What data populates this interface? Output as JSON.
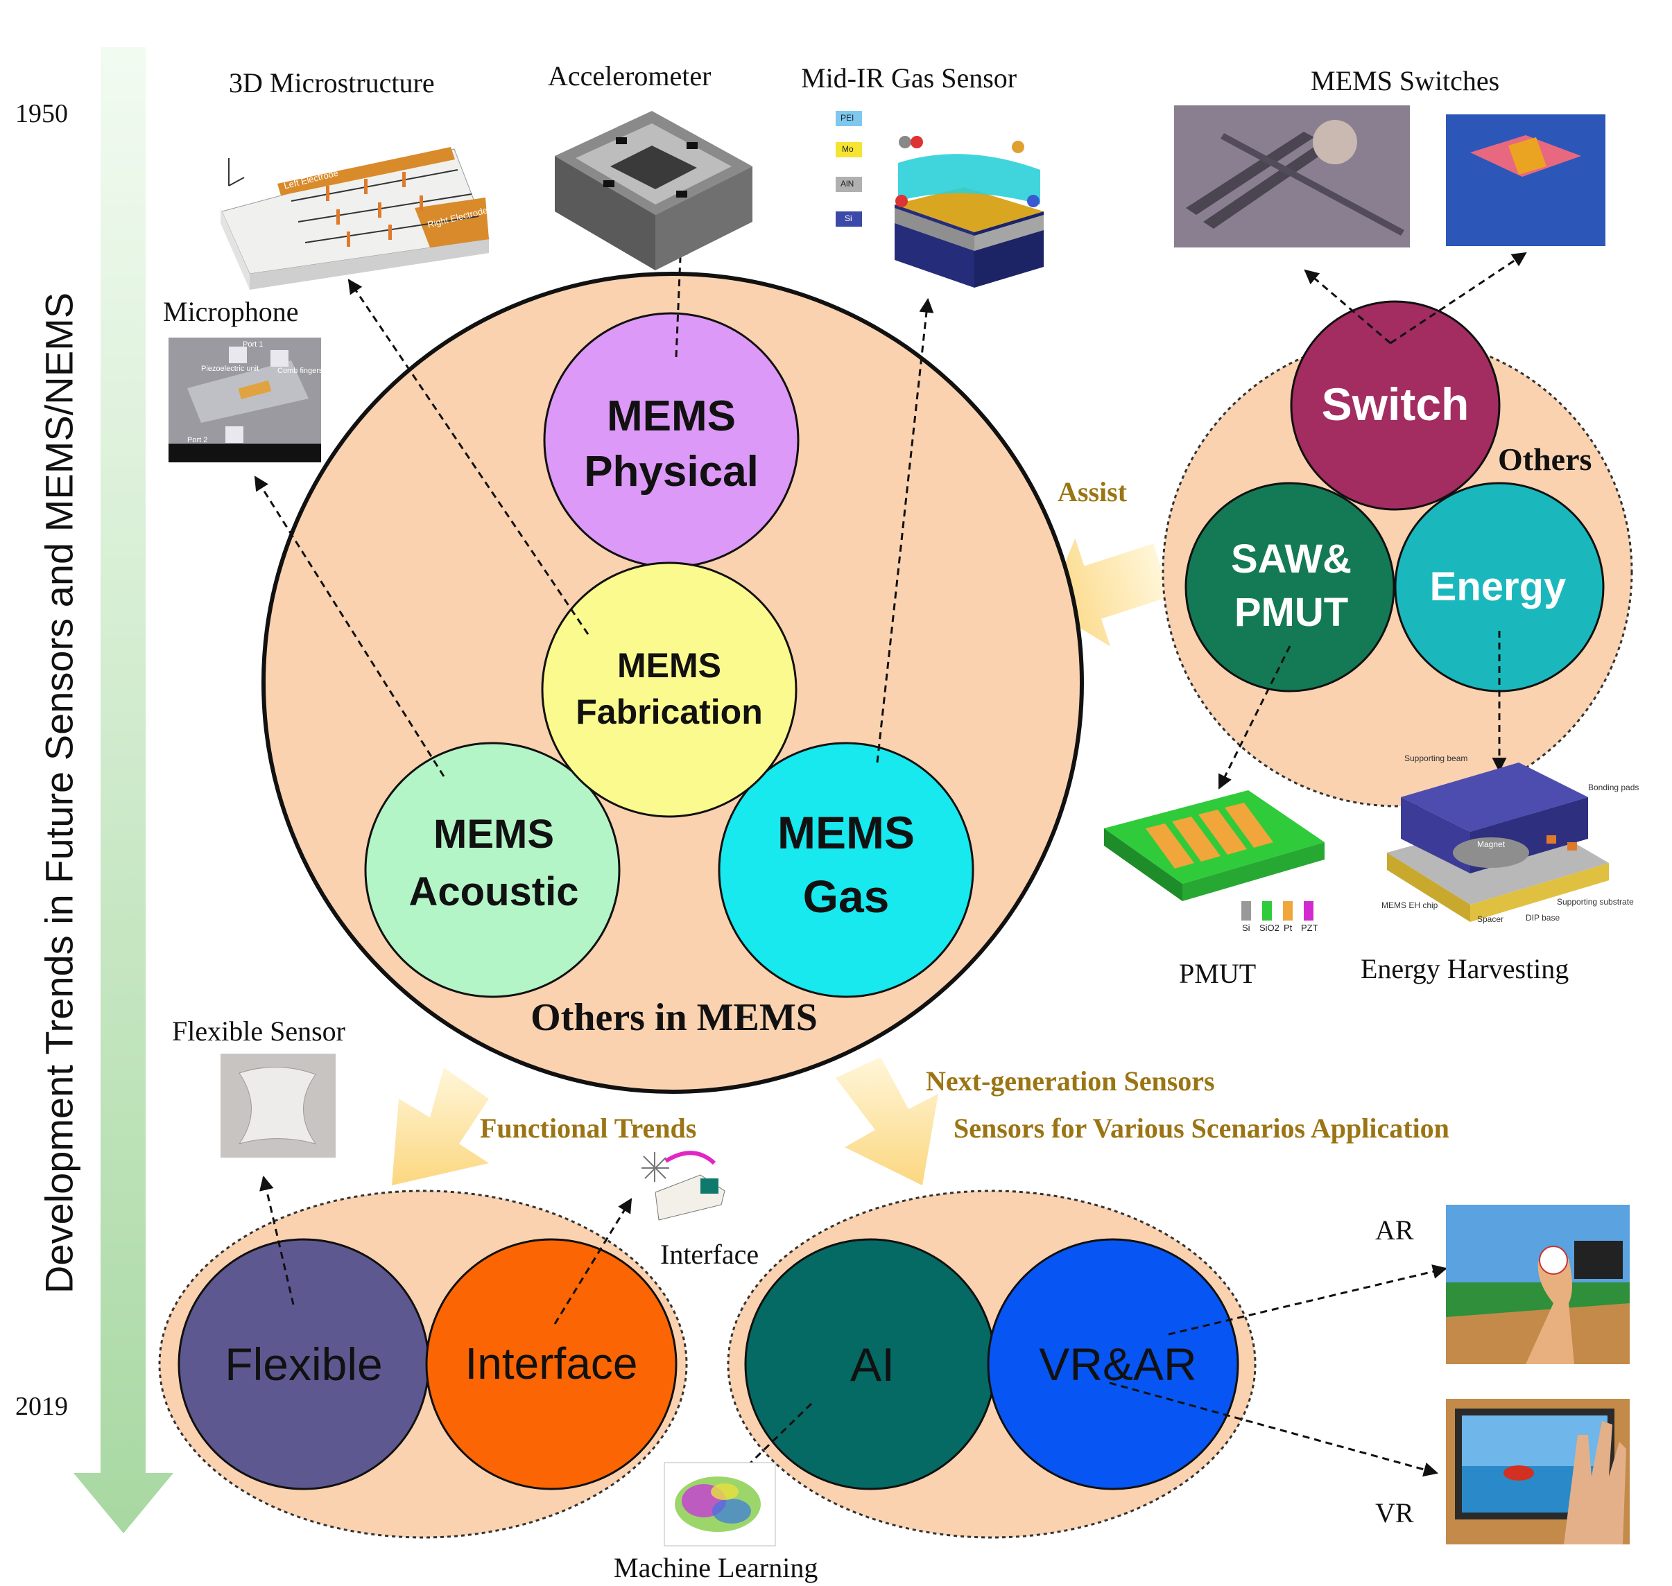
{
  "timeline": {
    "title": "Development  Trends in Future Sensors and MEMS/NEMS",
    "start_year": "1950",
    "end_year": "2019"
  },
  "main_group": {
    "label": "Others in MEMS",
    "circles": {
      "physical": [
        "MEMS",
        "Physical"
      ],
      "fabrication": [
        "MEMS",
        "Fabrication"
      ],
      "acoustic": [
        "MEMS",
        "Acoustic"
      ],
      "gas": [
        "MEMS",
        "Gas"
      ]
    }
  },
  "others_group": {
    "label": "Others",
    "switch": "Switch",
    "saw_pmut": [
      "SAW&",
      "PMUT"
    ],
    "energy": "Energy"
  },
  "bottom_groups": {
    "flexible": "Flexible",
    "interface": "Interface",
    "ai": "AI",
    "vr_ar": "VR&AR"
  },
  "image_captions": {
    "microstructure_3d": "3D Microstructure",
    "accelerometer": "Accelerometer",
    "gas_sensor": "Mid-IR Gas Sensor",
    "switches": "MEMS Switches",
    "microphone": "Microphone",
    "pmut": "PMUT",
    "energy_harvesting": "Energy Harvesting",
    "flexible_sensor": "Flexible Sensor",
    "interface": "Interface",
    "machine_learning": "Machine Learning",
    "ar": "AR",
    "vr": "VR"
  },
  "arrow_labels": {
    "assist": "Assist",
    "functional": "Functional Trends",
    "next_gen": "Next-generation Sensors",
    "scenarios": "Sensors for Various Scenarios Application"
  },
  "inset_text": {
    "gas_legend": [
      "PEI",
      "Mo",
      "AlN",
      "Si"
    ],
    "pmut_legend": [
      "Si",
      "SiO2",
      "Pt",
      "PZT"
    ],
    "energy_labels": [
      "Supporting beam",
      "Bonding pads",
      "Magnet",
      "MEMS EH chip",
      "Spacer",
      "DIP base",
      "Supporting substrate"
    ],
    "electrode_labels": [
      "Left Electrode",
      "Right Electrode"
    ],
    "mic_labels": [
      "Piezoelectric unit",
      "Port 1",
      "Port 2",
      "Comb fingers"
    ]
  },
  "colors": {
    "peach": "#fad2b0",
    "physical": "#dd99f7",
    "fabrication": "#fbfa8e",
    "acoustic": "#b3f5c7",
    "gas": "#17e9ee",
    "switch": "#a32c60",
    "saw": "#137a55",
    "energy": "#1ab8bd",
    "flexible": "#5e5891",
    "interface": "#fb6503",
    "ai": "#056a64",
    "vr": "#0755f2",
    "caption_gold": "#9b7514",
    "timeline_green": "#b6dfb0"
  }
}
